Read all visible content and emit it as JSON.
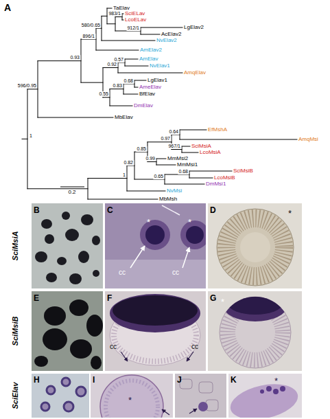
{
  "diagram": {
    "labels": [
      "A",
      "TaElav",
      "SciELav",
      "LcoELav",
      "LgElav2",
      "AcElav2",
      "NvElav2",
      "AmElav2",
      "AmElav",
      "NvElav1",
      "AmqElav",
      "LgElav1",
      "AmeElav",
      "BfElav",
      "DmElav",
      "MbElav",
      "EfMshA",
      "AmqMsi",
      "SciMsiA",
      "LcoMsiA",
      "MmMsi2",
      "MmMsi1",
      "SciMsiB",
      "LcoMsiB",
      "DmMsi1",
      "NvMsi",
      "MbMsh",
      "983/1",
      "912/1",
      "580/0.65",
      "896/1",
      "0.57",
      "0.92",
      "0.93",
      "0.68",
      "0.83",
      "0.55",
      "596/0.95",
      "1",
      "0.64",
      "0.97",
      "967/1",
      "0.85",
      "0.99",
      "0.68",
      "0.65",
      "0.82",
      "1",
      "0.2",
      "B",
      "C",
      "D",
      "E",
      "F",
      "G",
      "H",
      "I",
      "J",
      "K",
      "SciMsiA",
      "SciMsiB",
      "SciElav",
      "*",
      "*",
      "cc",
      "cc",
      "*",
      "cc",
      "cc",
      "*",
      "*",
      "*"
    ]
  }
}
